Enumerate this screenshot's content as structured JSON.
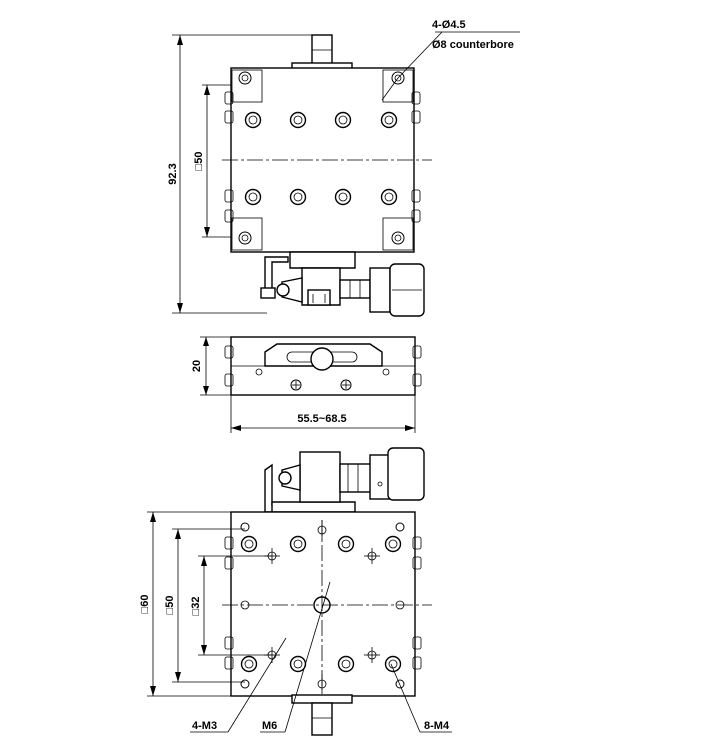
{
  "top_view": {
    "height_dim": "92.3",
    "square_dim": "□50",
    "hole_callout_line1": "4-Ø4.5",
    "hole_callout_line2": "Ø8 counterbore"
  },
  "side_view": {
    "height_dim": "20",
    "travel_dim": "55.5~68.5"
  },
  "bottom_view": {
    "outer_square": "□60",
    "middle_square": "□50",
    "inner_square": "□32",
    "callout_m3": "4-M3",
    "callout_m6": "M6",
    "callout_m4": "8-M4"
  }
}
